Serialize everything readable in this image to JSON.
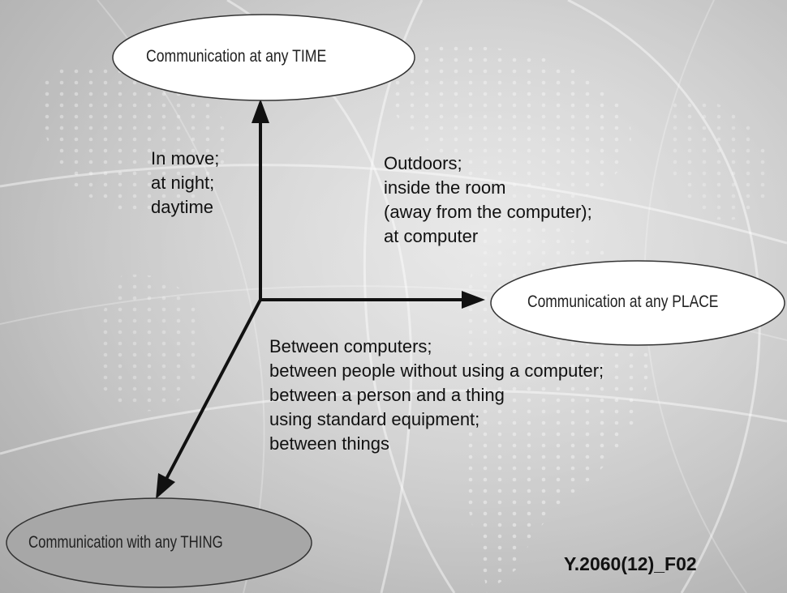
{
  "nodes": {
    "time": "Communication at any TIME",
    "place": "Communication at any PLACE",
    "thing": "Communication with any THING"
  },
  "labels": {
    "time_examples": [
      "In move;",
      "at night;",
      "daytime"
    ],
    "place_examples": [
      "Outdoors;",
      "inside the room",
      "(away from the computer);",
      "at computer"
    ],
    "thing_examples": [
      "Between computers;",
      "between people without using a computer;",
      "between a person and a thing",
      "using standard equipment;",
      "between things"
    ]
  },
  "figure_ref": "Y.2060(12)_F02",
  "colors": {
    "axis": "#111111",
    "oval_fill_white": "#ffffff",
    "oval_fill_grey": "#a7a7a7",
    "background": "#cfcfcf"
  }
}
